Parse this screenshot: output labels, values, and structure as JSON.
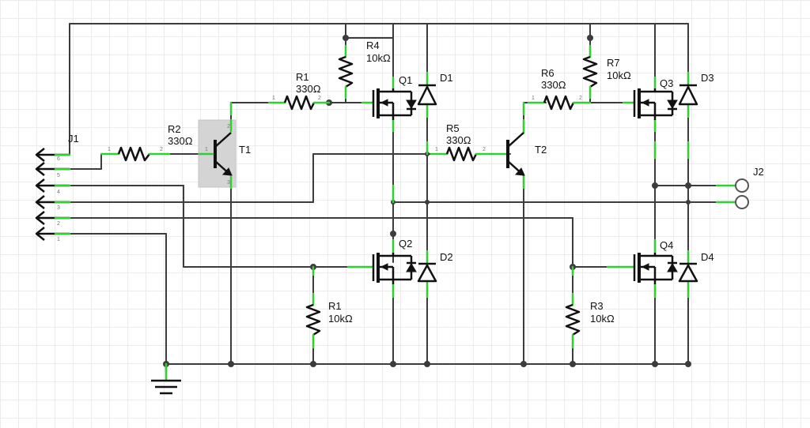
{
  "components": {
    "J1": {
      "ref": "J1",
      "pins": [
        "6",
        "5",
        "4",
        "3",
        "2",
        "1"
      ]
    },
    "J2": {
      "ref": "J2"
    },
    "T1": {
      "ref": "T1"
    },
    "T2": {
      "ref": "T2"
    },
    "Q1": {
      "ref": "Q1"
    },
    "Q2": {
      "ref": "Q2"
    },
    "Q3": {
      "ref": "Q3"
    },
    "Q4": {
      "ref": "Q4"
    },
    "D1": {
      "ref": "D1"
    },
    "D2": {
      "ref": "D2"
    },
    "D3": {
      "ref": "D3"
    },
    "D4": {
      "ref": "D4"
    },
    "R1_top": {
      "ref": "R1",
      "value": "330Ω"
    },
    "R2": {
      "ref": "R2",
      "value": "330Ω"
    },
    "R4": {
      "ref": "R4",
      "value": "10kΩ"
    },
    "R5": {
      "ref": "R5",
      "value": "330Ω"
    },
    "R6": {
      "ref": "R6",
      "value": "330Ω"
    },
    "R7": {
      "ref": "R7",
      "value": "10kΩ"
    },
    "R1_bottom": {
      "ref": "R1",
      "value": "10kΩ"
    },
    "R3": {
      "ref": "R3",
      "value": "10kΩ"
    }
  },
  "pin_numbers": {
    "one": "1",
    "two": "2",
    "three": "3"
  },
  "colors": {
    "wire": "#3c3c3c",
    "pin": "#2fd02f",
    "selection": "#d4d4d4",
    "grid": "#ececec"
  }
}
